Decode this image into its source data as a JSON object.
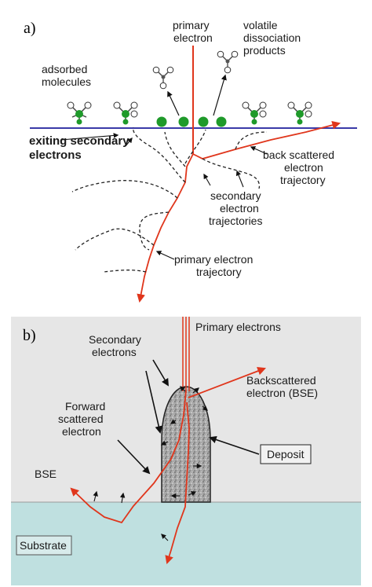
{
  "panel_a": {
    "tag": "a)",
    "labels": {
      "primary_1": "primary",
      "primary_2": "electron",
      "volatile_1": "volatile",
      "volatile_2": "dissociation",
      "volatile_3": "products",
      "adsorbed_1": "adsorbed",
      "adsorbed_2": "molecules",
      "exiting_1": "exiting secondary",
      "exiting_2": "electrons",
      "back_1": "back scattered",
      "back_2": "electron",
      "back_3": "trajectory",
      "sec_1": "secondary",
      "sec_2": "electron",
      "sec_3": "trajectories",
      "pet_1": "primary electron",
      "pet_2": "trajectory"
    }
  },
  "panel_b": {
    "tag": "b)",
    "labels": {
      "primary_electrons": "Primary electrons",
      "secondary_1": "Secondary",
      "secondary_2": "electrons",
      "bse_1": "Backscattered",
      "bse_2": "electron (BSE)",
      "forward_1": "Forward",
      "forward_2": "scattered",
      "forward_3": "electron",
      "deposit": "Deposit",
      "bse_short": "BSE",
      "substrate": "Substrate"
    }
  },
  "colors": {
    "electron": "#e0361c",
    "surface": "#3a3aa8",
    "molecule": "#1f9a2a",
    "vacuum": "#e6e6e6",
    "substrate": "#bfe0e0"
  }
}
